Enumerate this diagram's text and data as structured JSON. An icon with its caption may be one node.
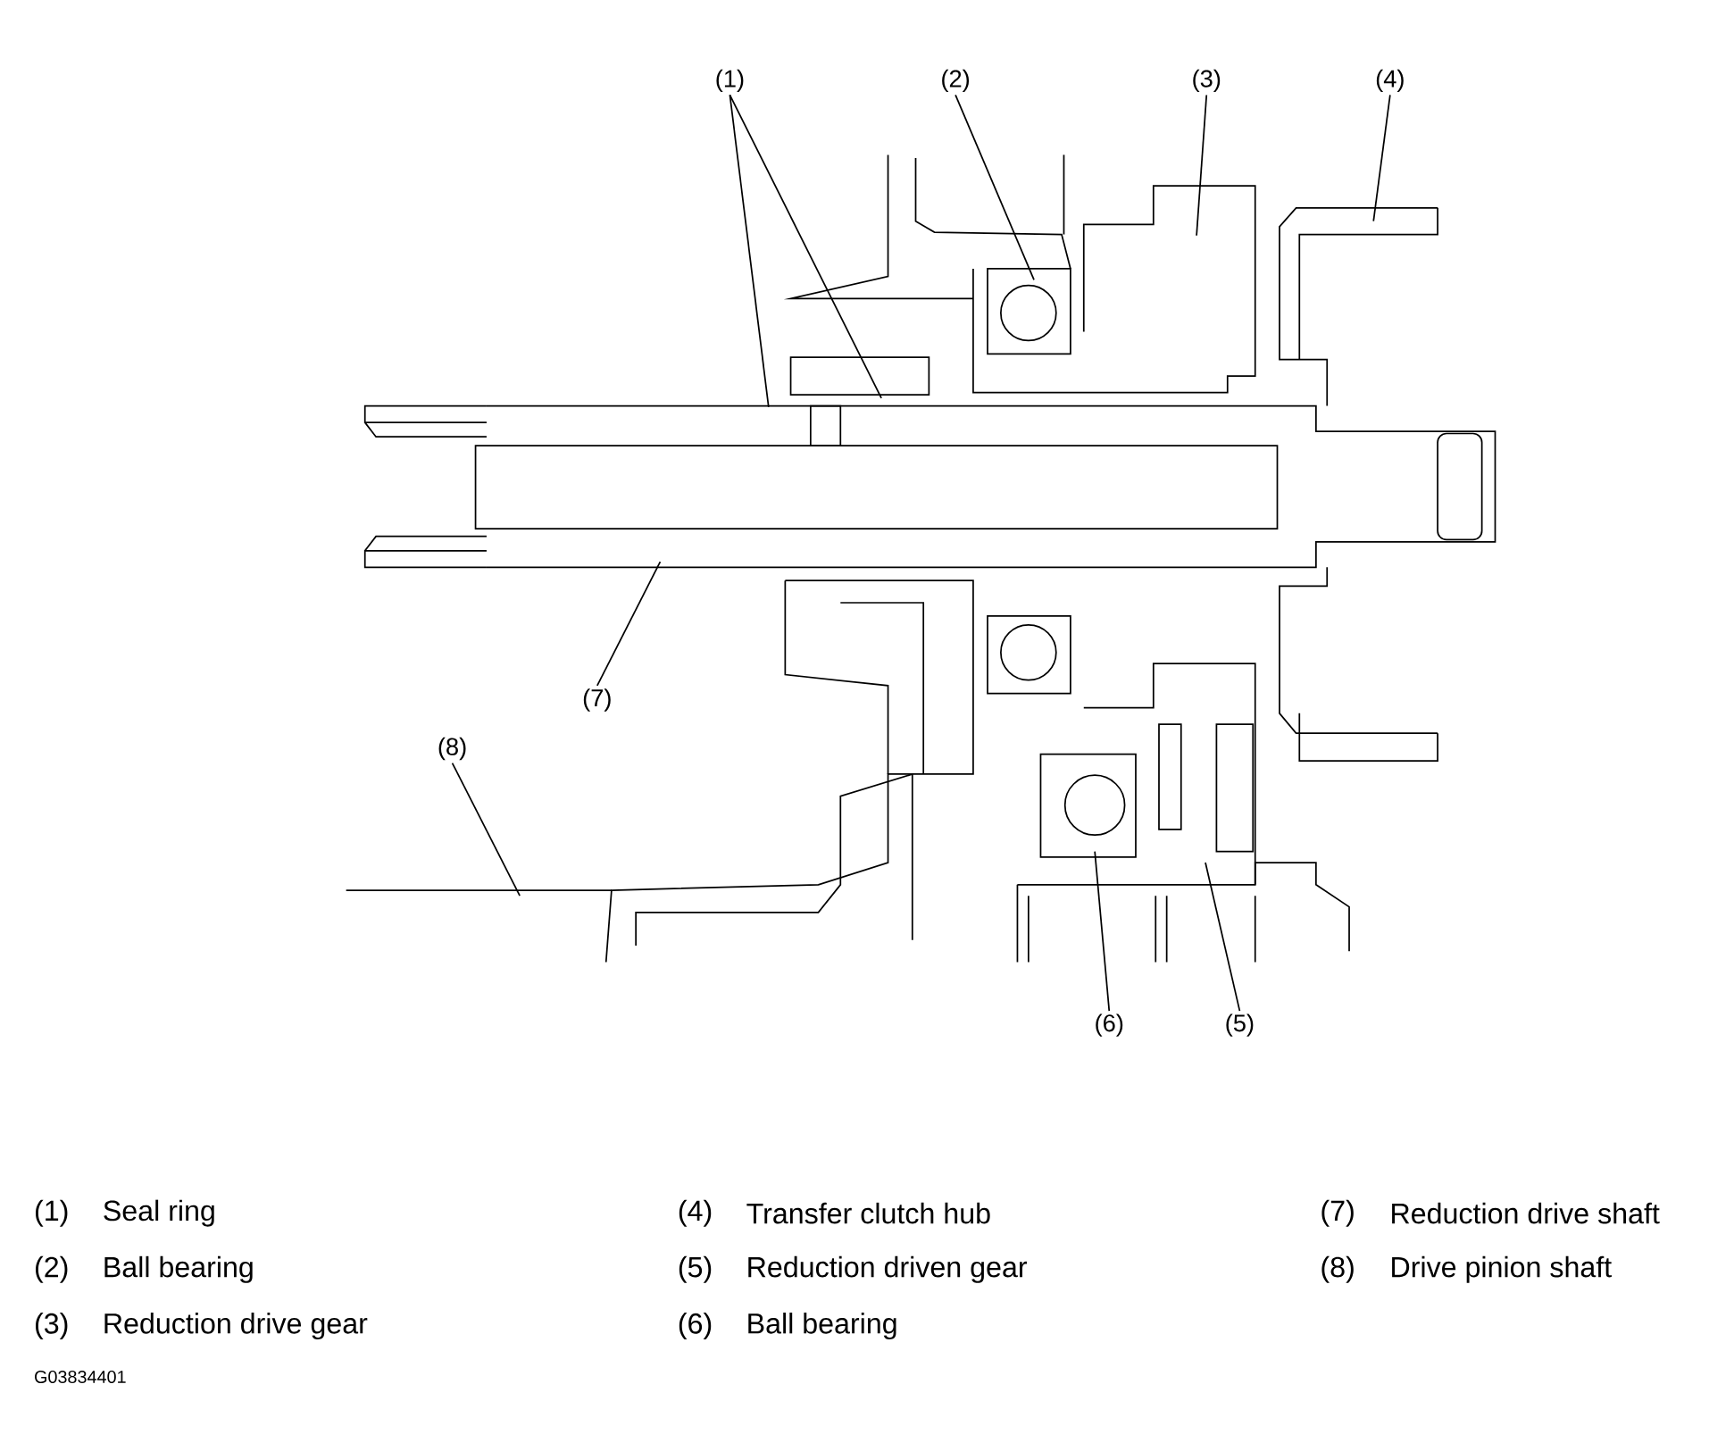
{
  "diagram": {
    "nodes": [
      {
        "text": [
          "(1)"
        ]
      },
      {
        "text": [
          "(2)"
        ]
      },
      {
        "text": [
          "(3)"
        ]
      },
      {
        "text": [
          "(4)"
        ]
      },
      {
        "text": [
          "(7)"
        ]
      },
      {
        "text": [
          "(8)"
        ]
      },
      {
        "text": [
          "(6)"
        ]
      },
      {
        "text": [
          "(5)"
        ]
      }
    ],
    "edges": [
      {
        "from": 0,
        "to": null,
        "arrow": "none"
      },
      {
        "from": 0,
        "to": null,
        "arrow": "none"
      },
      {
        "from": 1,
        "to": null,
        "arrow": "none"
      },
      {
        "from": 2,
        "to": null,
        "arrow": "none"
      },
      {
        "from": 3,
        "to": null,
        "arrow": "none"
      },
      {
        "from": 4,
        "to": null,
        "arrow": "none"
      },
      {
        "from": 5,
        "to": null,
        "arrow": "none"
      },
      {
        "from": 6,
        "to": null,
        "arrow": "none"
      },
      {
        "from": 7,
        "to": null,
        "arrow": "none"
      }
    ],
    "labels": [
      "(1)",
      "Seal ring",
      "(4)",
      "Transfer clutch hub",
      "(7)",
      "Reduction drive shaft",
      "(2)",
      "Ball bearing",
      "(5)",
      "Reduction driven gear",
      "(8)",
      "Drive pinion shaft",
      "(3)",
      "Reduction drive gear",
      "(6)",
      "Ball bearing",
      "G03834401"
    ]
  }
}
